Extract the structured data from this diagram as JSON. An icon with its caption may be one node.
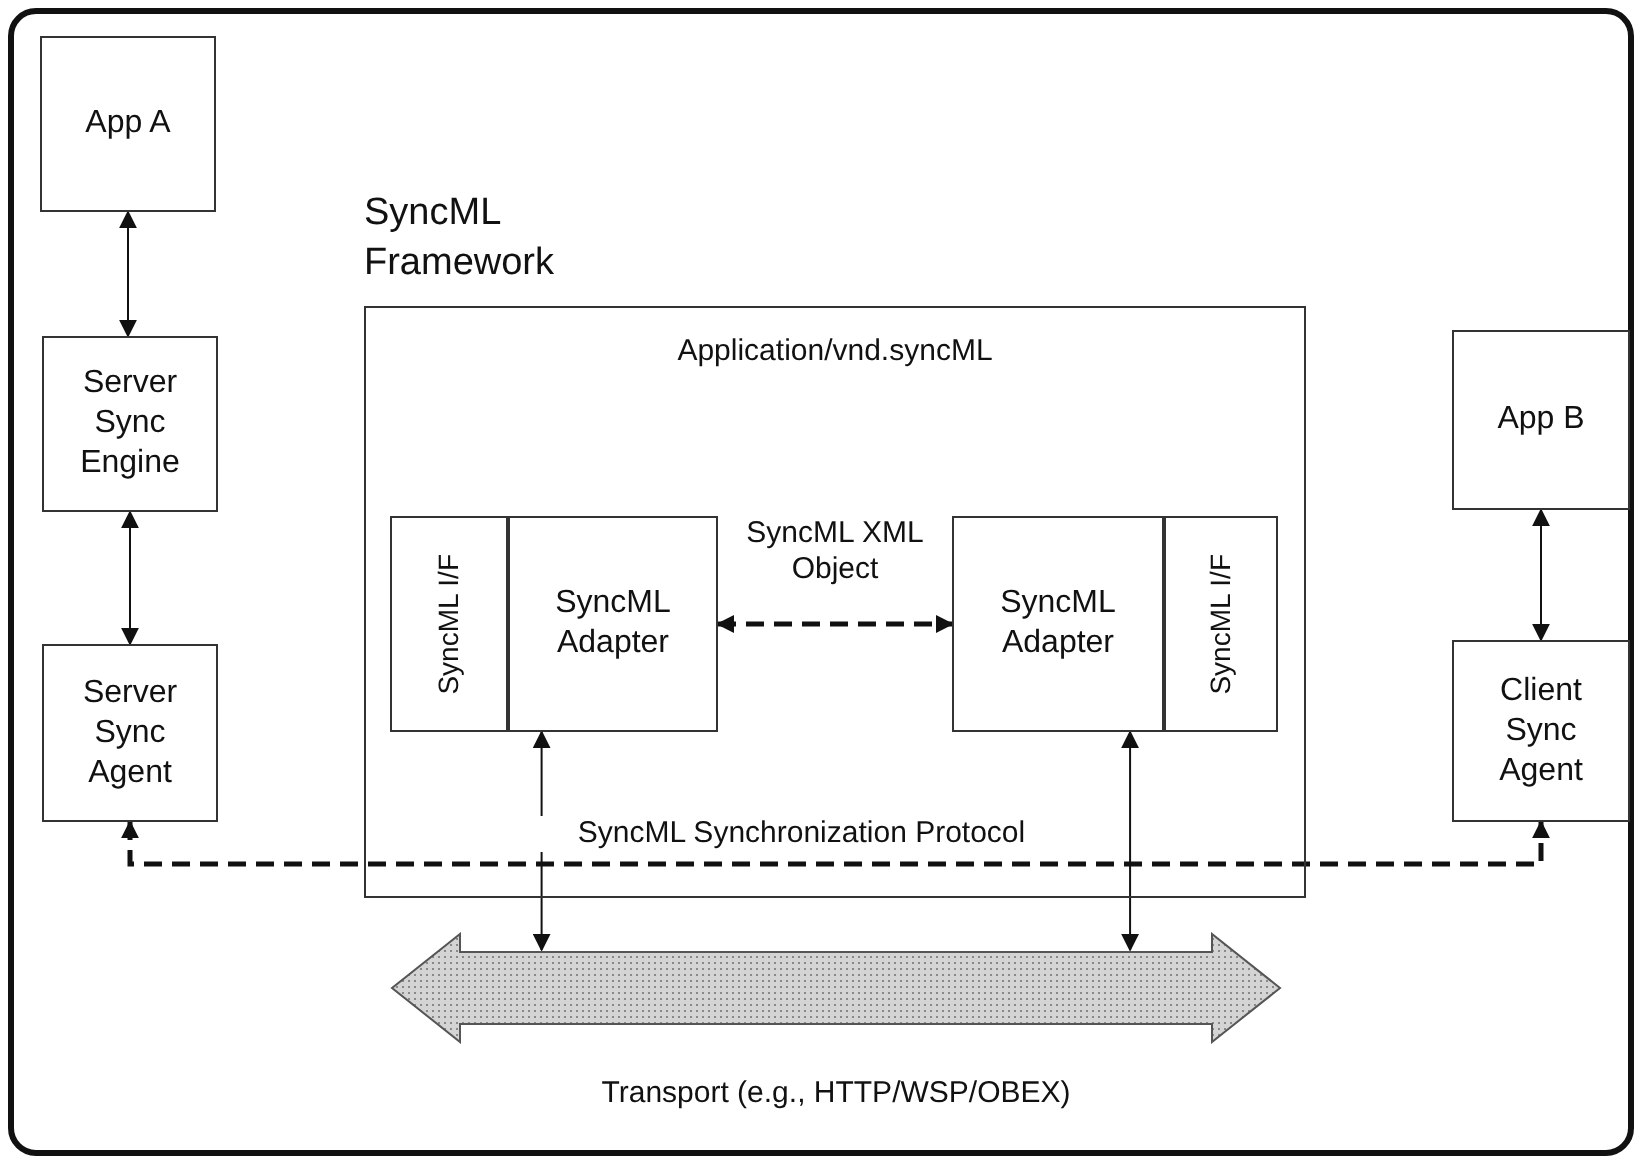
{
  "diagram": {
    "nodes": [
      {
        "text": [
          "App A"
        ]
      },
      {
        "text": [
          "Server Sync Engine"
        ]
      },
      {
        "text": [
          "Server Sync Agent"
        ]
      },
      {
        "text": [
          "SyncML Framework",
          "Application/vnd.syncML"
        ]
      },
      {
        "text": [
          "SyncML I/F"
        ],
        "in": 3
      },
      {
        "text": [
          "SyncML Adapter"
        ],
        "in": 3
      },
      {
        "text": [
          "SyncML Adapter"
        ],
        "in": 3
      },
      {
        "text": [
          "SyncML I/F"
        ],
        "in": 3
      },
      {
        "text": [
          "App B"
        ]
      },
      {
        "text": [
          "Client Sync Agent"
        ]
      },
      {
        "text": [],
        "shape": "arrow",
        "beside": [
          "Transport (e.g., HTTP/WSP/OBEX)"
        ]
      }
    ],
    "edges": [
      {
        "from": 0,
        "to": 1,
        "arrow": "both"
      },
      {
        "from": 1,
        "to": 2,
        "arrow": "both"
      },
      {
        "from": 5,
        "to": 6,
        "arrow": "both",
        "style": "dashed",
        "label": "SyncML XML Object"
      },
      {
        "from": 8,
        "to": 9,
        "arrow": "both"
      },
      {
        "from": 2,
        "to": 9,
        "arrow": "both",
        "style": "dashed",
        "label": "SyncML Synchronization Protocol"
      },
      {
        "from": 5,
        "to": 10,
        "arrow": "both"
      },
      {
        "from": 6,
        "to": 10,
        "arrow": "both"
      }
    ]
  }
}
